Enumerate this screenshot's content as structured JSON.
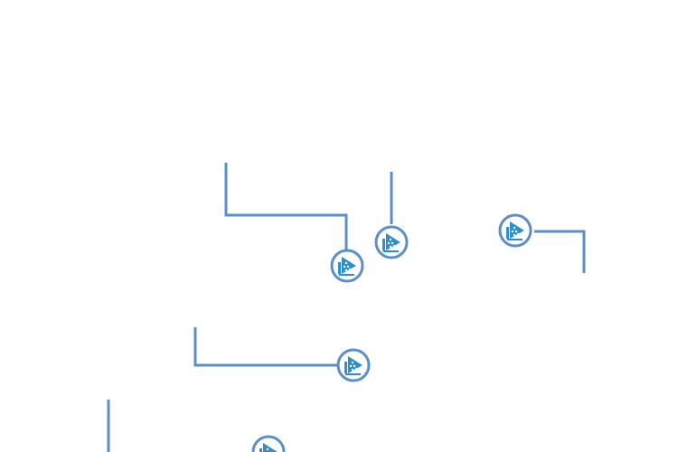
{
  "theme": {
    "background": "#ffffff",
    "connector_color": "#5b8fc6",
    "marker_ring_color": "#5b8fc6",
    "marker_icon_color": "#2c8fd0"
  },
  "markers": [
    {
      "id": "marker-1",
      "icon": "sailboat-icon"
    },
    {
      "id": "marker-2",
      "icon": "sailboat-icon"
    },
    {
      "id": "marker-3",
      "icon": "sailboat-icon"
    },
    {
      "id": "marker-4",
      "icon": "sailboat-icon"
    },
    {
      "id": "marker-5",
      "icon": "sailboat-icon"
    }
  ]
}
